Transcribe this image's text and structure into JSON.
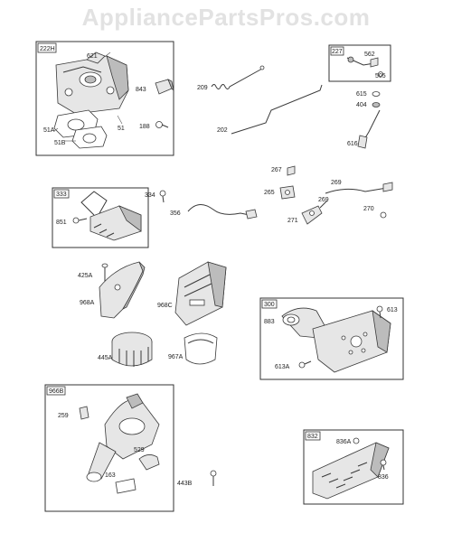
{
  "watermark": "AppliancePartsPros.com",
  "groups": {
    "g222H": "222H",
    "g227": "227",
    "g333": "333",
    "g300": "300",
    "g966B": "966B",
    "g832": "832"
  },
  "parts": {
    "p621": "621",
    "p51A": "51A",
    "p51": "51",
    "p51B": "51B",
    "p843": "843",
    "p188": "188",
    "p209": "209",
    "p202": "202",
    "p562": "562",
    "p505": "505",
    "p615": "615",
    "p404": "404",
    "p616": "616",
    "p851": "851",
    "p334": "334",
    "p356": "356",
    "p267": "267",
    "p265": "265",
    "p269a": "269",
    "p269b": "269",
    "p271": "271",
    "p270": "270",
    "p425A": "425A",
    "p968A": "968A",
    "p968C": "968C",
    "p445A": "445A",
    "p967A": "967A",
    "p613": "613",
    "p883": "883",
    "p613A": "613A",
    "p259": "259",
    "p529": "529",
    "p163": "163",
    "p443B": "443B",
    "p836A": "836A",
    "p836": "836"
  }
}
